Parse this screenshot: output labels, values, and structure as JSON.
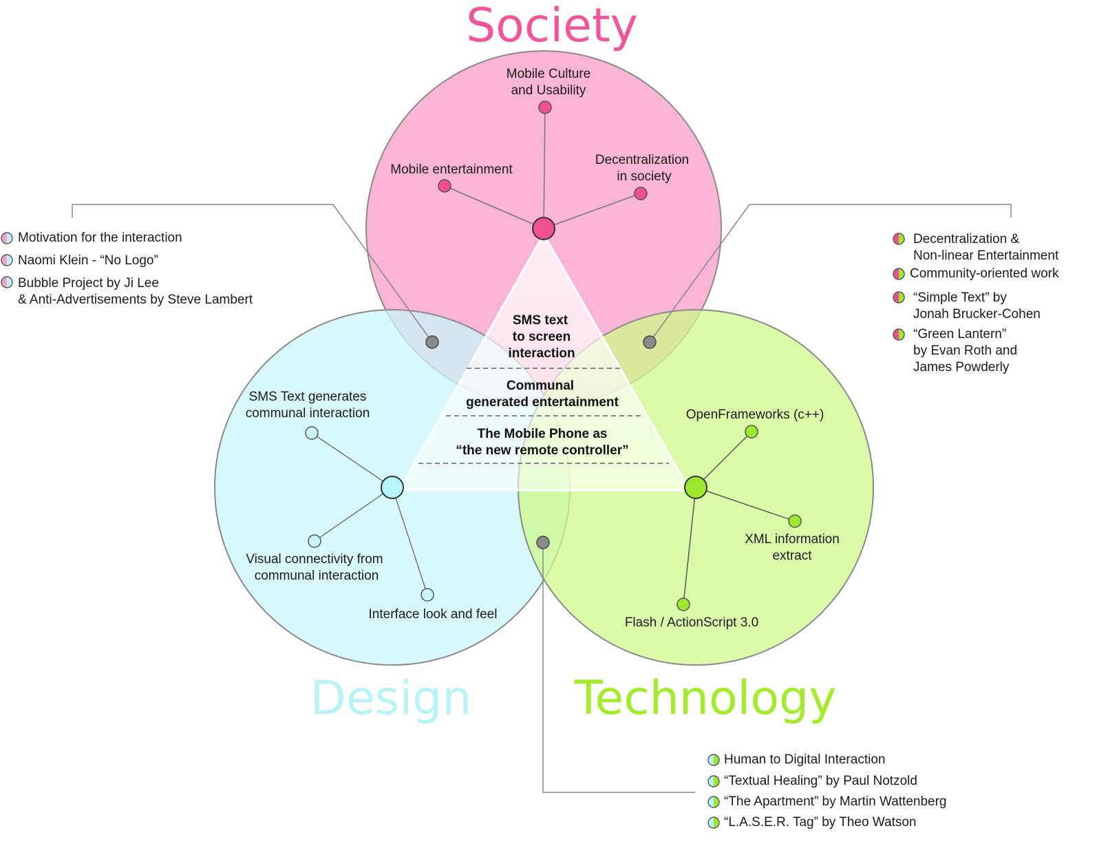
{
  "colors": {
    "society": "#f8a3c8",
    "society_title": "#f2569a",
    "society_node": "#f0508f",
    "design": "#c9f7f9",
    "design_title": "#b8f3f6",
    "design_node": "#b6f5f9",
    "technology": "#cffa8c",
    "technology_title": "#a3ec2a",
    "technology_node": "#9be82c",
    "junction": "#8a8a8a",
    "line": "#777777"
  },
  "titles": {
    "society": "Society",
    "design": "Design",
    "technology": "Technology"
  },
  "society": {
    "nodes": [
      {
        "line1": "Mobile Culture",
        "line2": "and Usability"
      },
      {
        "line1": "Mobile entertainment",
        "line2": ""
      },
      {
        "line1": "Decentralization",
        "line2": "in society"
      }
    ]
  },
  "design": {
    "nodes": [
      {
        "line1": "SMS Text generates",
        "line2": "communal interaction"
      },
      {
        "line1": "Visual connectivity from",
        "line2": "communal interaction"
      },
      {
        "line1": "Interface look and feel",
        "line2": ""
      }
    ]
  },
  "technology": {
    "nodes": [
      {
        "line1": "OpenFrameworks (c++)",
        "line2": ""
      },
      {
        "line1": "XML information",
        "line2": "extract"
      },
      {
        "line1": "Flash / ActionScript 3.0",
        "line2": ""
      }
    ]
  },
  "center": {
    "block1": [
      "SMS text",
      "to screen",
      "interaction"
    ],
    "block2": [
      "Communal",
      "generated entertainment"
    ],
    "block3": [
      "The Mobile Phone as",
      "“the new remote controller”"
    ]
  },
  "society_design_list": [
    {
      "line1": "Motivation for the interaction",
      "line2": ""
    },
    {
      "line1": "Naomi Klein - “No Logo”",
      "line2": ""
    },
    {
      "line1": "Bubble Project by Ji Lee",
      "line2": "& Anti-Advertisements by Steve Lambert"
    }
  ],
  "society_tech_list": [
    {
      "line1": "Decentralization &",
      "line2": "Non-linear Entertainment",
      "line3": ""
    },
    {
      "line1": "Community-oriented work",
      "line2": "",
      "line3": ""
    },
    {
      "line1": "“Simple Text” by",
      "line2": "Jonah Brucker-Cohen",
      "line3": ""
    },
    {
      "line1": "“Green Lantern”",
      "line2": "by Evan Roth and",
      "line3": "James Powderly"
    }
  ],
  "design_tech_list": [
    {
      "line1": "Human to Digital Interaction"
    },
    {
      "line1": "“Textual Healing” by Paul Notzold"
    },
    {
      "line1": "“The Apartment” by Martin Wattenberg"
    },
    {
      "line1": "“L.A.S.E.R. Tag” by Theo Watson"
    }
  ]
}
